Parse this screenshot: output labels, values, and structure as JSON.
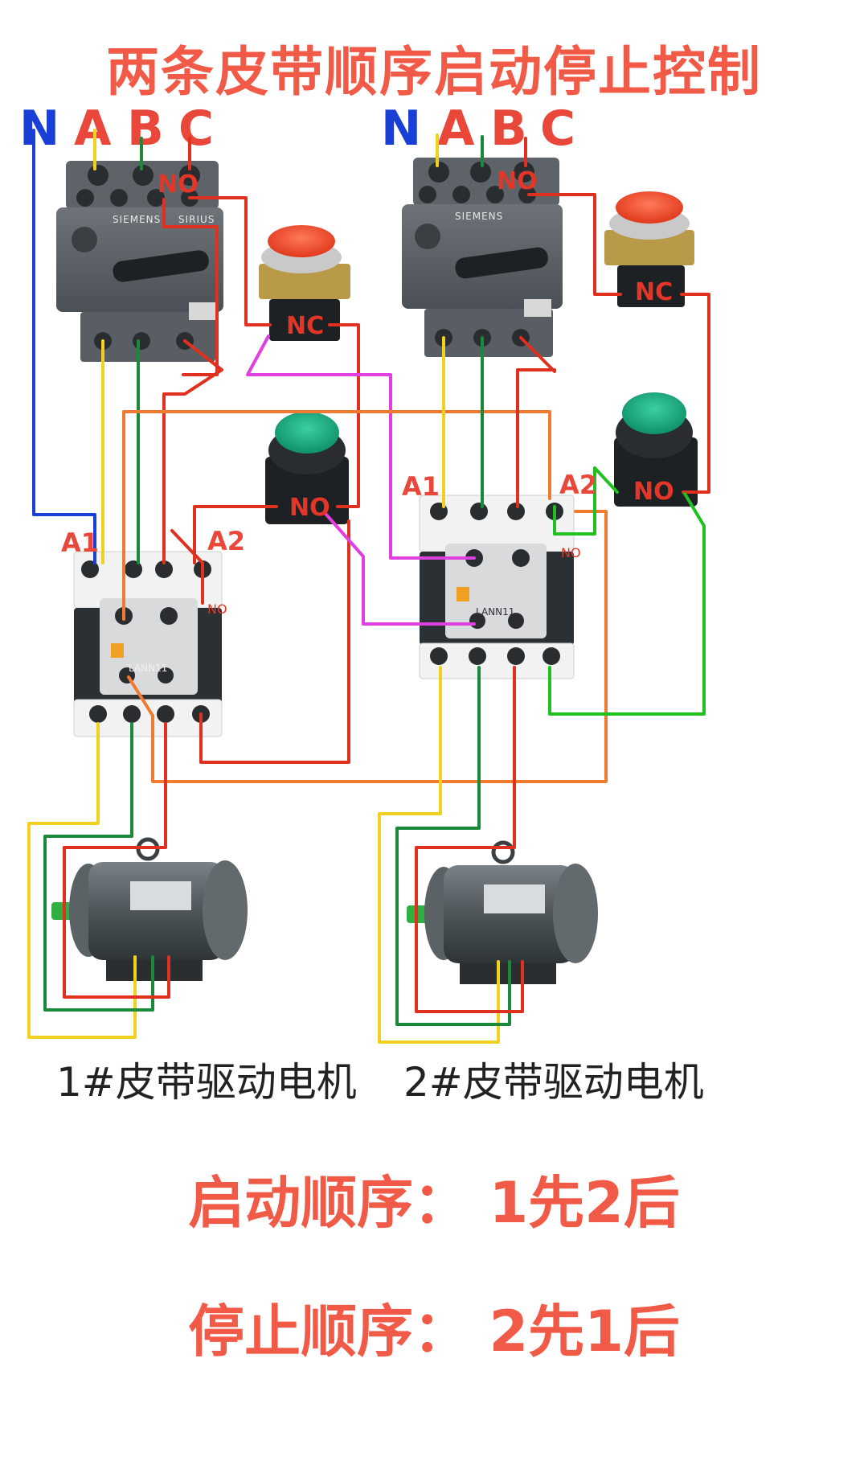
{
  "title": "两条皮带顺序启动停止控制",
  "colors": {
    "phase_n": "#1a3fd6",
    "phase_abc": "#e8473a",
    "wire_red": "#e03020",
    "wire_yellow": "#f0d020",
    "wire_green": "#1a8a3a",
    "wire_blue": "#1a3fd6",
    "wire_magenta": "#e040e0",
    "wire_orange": "#f07a30",
    "wire_lime": "#20c020",
    "button_red": "#f04a2a",
    "button_green": "#1aa870"
  },
  "left_circuit": {
    "phases": [
      "N",
      "A",
      "B",
      "C"
    ],
    "breaker_brand": "SIEMENS",
    "breaker_series": "SIRIUS",
    "breaker_contact": "NO",
    "stop_button_contact": "NC",
    "start_button_contact": "NO",
    "contactor_coil": [
      "A1",
      "A2"
    ],
    "contactor_aux": "NO",
    "contactor_model": "LANN11",
    "motor_label": "1#皮带驱动电机"
  },
  "right_circuit": {
    "phases": [
      "N",
      "A",
      "B",
      "C"
    ],
    "breaker_brand": "SIEMENS",
    "breaker_contact": "NO",
    "stop_button_contact": "NC",
    "start_button_contact": "NO",
    "contactor_coil": [
      "A1",
      "A2"
    ],
    "contactor_aux": "NO",
    "contactor_model": "LANN11",
    "motor_label": "2#皮带驱动电机"
  },
  "start_order": "启动顺序： 1先2后",
  "stop_order": "停止顺序： 2先1后"
}
